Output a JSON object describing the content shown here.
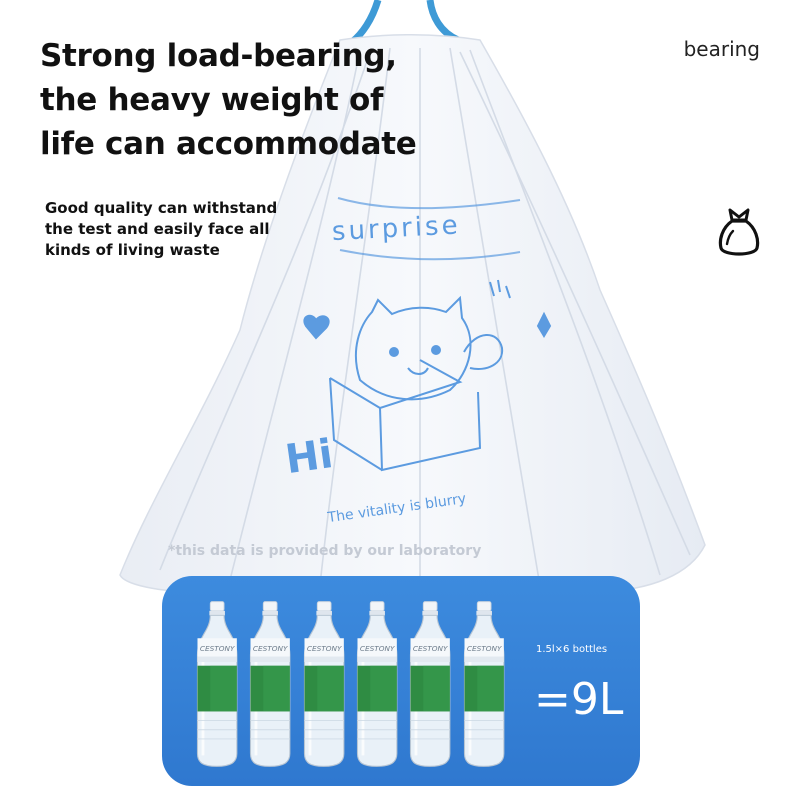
{
  "headline": {
    "lines": [
      "Strong load-bearing,",
      "the heavy weight of",
      "life can accommodate"
    ]
  },
  "subtext": {
    "lines": [
      "Good quality can withstand",
      "the test and easily face all",
      "kinds of living waste"
    ]
  },
  "tag": {
    "label": "bearing",
    "icon": "garbage-bag-icon"
  },
  "bag_print": {
    "word": "surprise",
    "greeting": "Hi",
    "slogan": "The vitality is blurry"
  },
  "note": "*this data is provided by our laboratory",
  "capacity": {
    "bottle_count": 6,
    "bottle_label": "CESTONY",
    "spec": "1.5l×6 bottles",
    "total": "=9L"
  },
  "colors": {
    "panel": "#3a87da",
    "drawstring": "#3e9ad6",
    "print": "#5c9be0",
    "bottle_label": "#2f8c43"
  }
}
